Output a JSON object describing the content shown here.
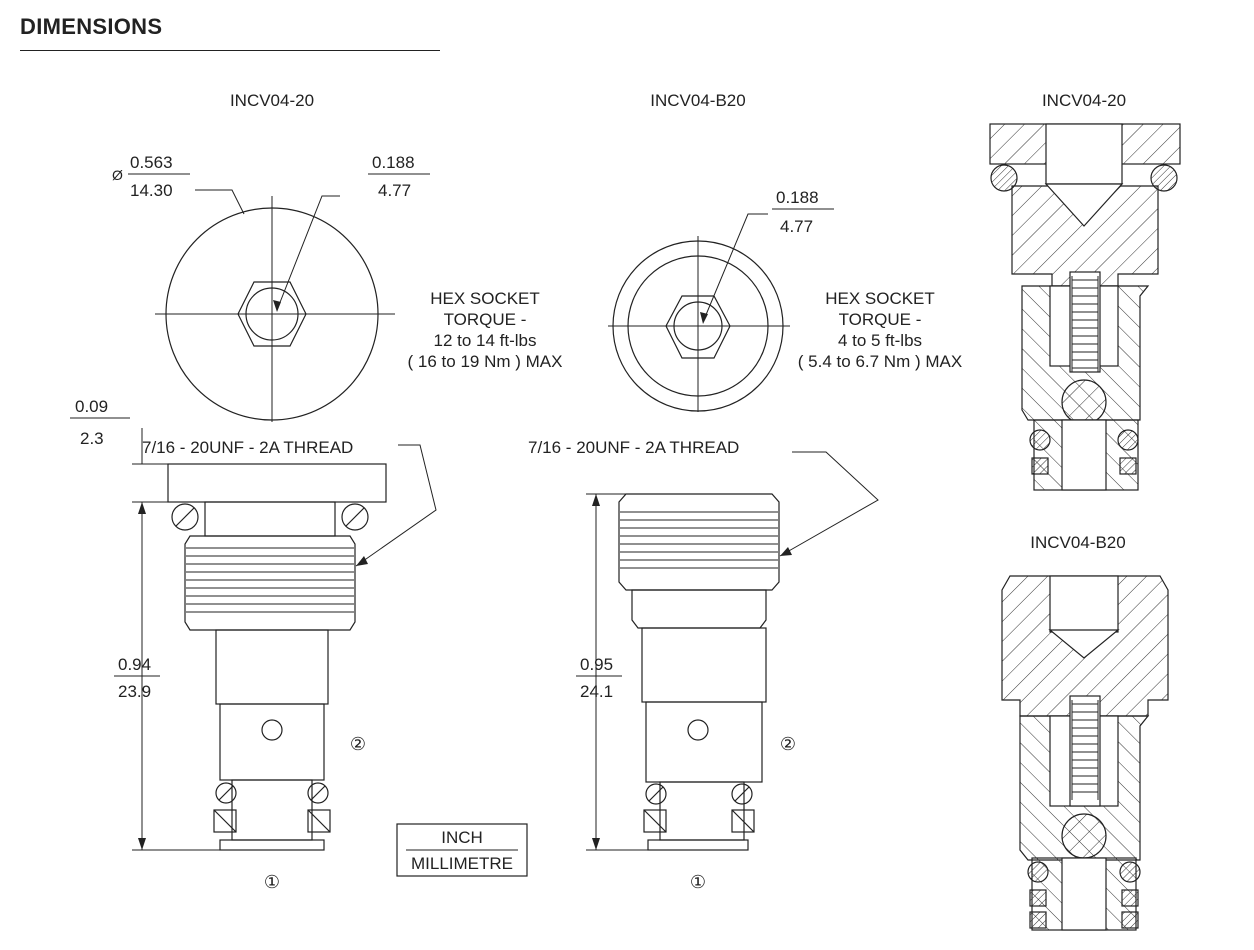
{
  "header": {
    "title": "DIMENSIONS"
  },
  "left": {
    "model": "INCV04-20",
    "diameter": {
      "prefix": "Ø",
      "inch": "0.563",
      "mm": "14.30"
    },
    "hex": {
      "inch": "0.188",
      "mm": "4.77"
    },
    "torque": [
      "HEX SOCKET",
      "TORQUE -",
      "12 to 14 ft-lbs",
      "( 16 to 19 Nm ) MAX"
    ],
    "flange": {
      "inch": "0.09",
      "mm": "2.3"
    },
    "thread": "7/16 - 20UNF - 2A THREAD",
    "length": {
      "inch": "0.94",
      "mm": "23.9"
    },
    "port1": "①",
    "port2": "②"
  },
  "middle": {
    "model": "INCV04-B20",
    "hex": {
      "inch": "0.188",
      "mm": "4.77"
    },
    "torque": [
      "HEX SOCKET",
      "TORQUE -",
      "4 to 5 ft-lbs",
      "( 5.4 to 6.7 Nm ) MAX"
    ],
    "thread": "7/16 - 20UNF - 2A THREAD",
    "length": {
      "inch": "0.95",
      "mm": "24.1"
    },
    "port1": "①",
    "port2": "②"
  },
  "units": {
    "top": "INCH",
    "bottom": "MILLIMETRE"
  },
  "right": {
    "top_model": "INCV04-20",
    "bottom_model": "INCV04-B20"
  }
}
